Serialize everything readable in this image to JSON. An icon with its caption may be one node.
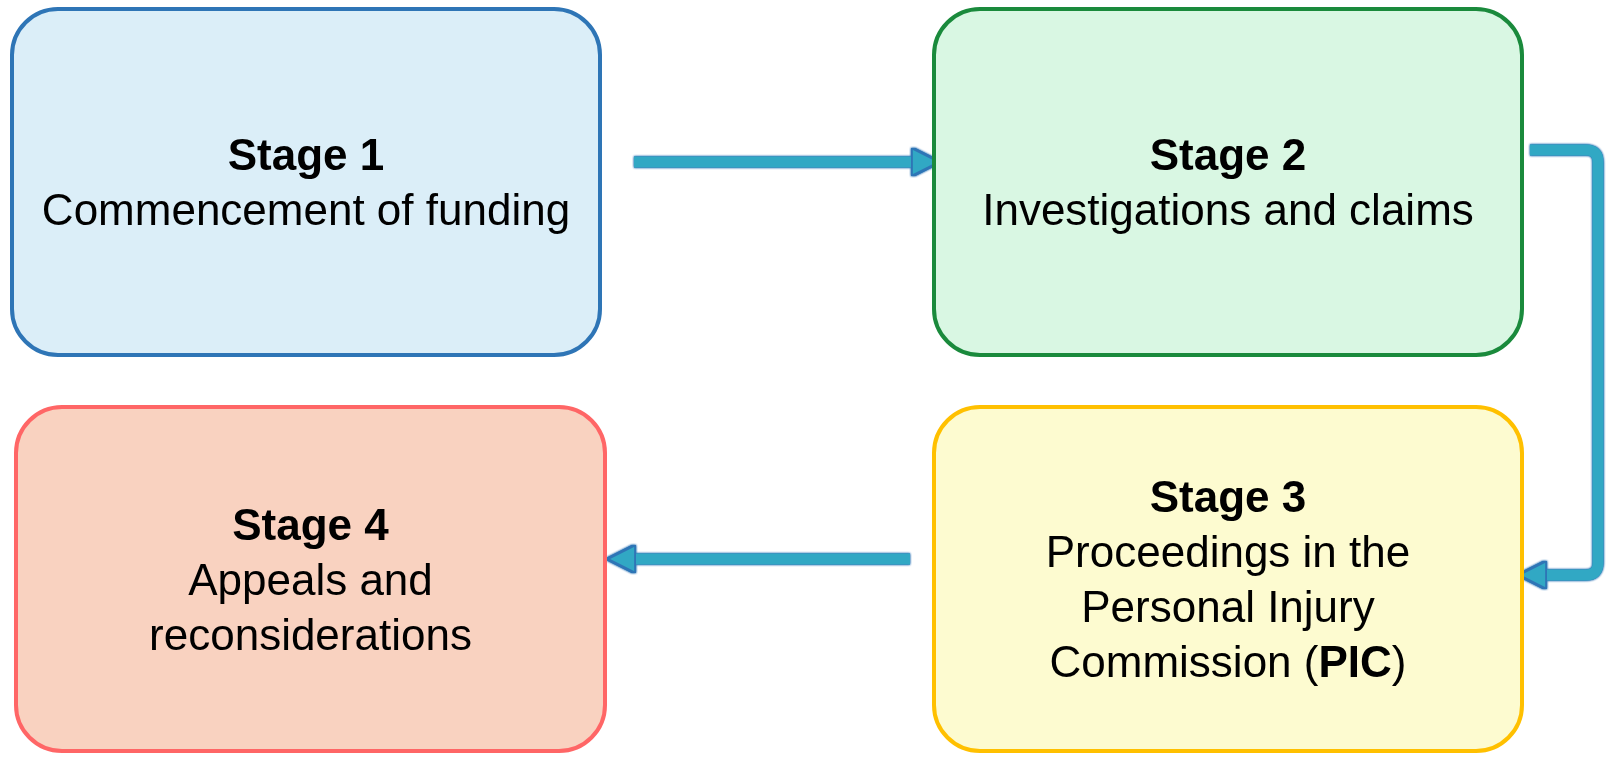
{
  "diagram": {
    "nodes": [
      {
        "text": [
          "Stage 1",
          "Commencement of funding"
        ]
      },
      {
        "text": [
          "Stage 2",
          "Investigations and claims"
        ]
      },
      {
        "text": [
          "Stage 3",
          "Proceedings in the Personal Injury Commission (**PIC**)"
        ]
      },
      {
        "text": [
          "Stage 4",
          "Appeals and reconsiderations"
        ]
      }
    ],
    "edges": [
      {
        "from": 0,
        "to": 1,
        "arrow": "to"
      },
      {
        "from": 1,
        "to": 2,
        "arrow": "to"
      },
      {
        "from": 2,
        "to": 3,
        "arrow": "to"
      }
    ]
  }
}
